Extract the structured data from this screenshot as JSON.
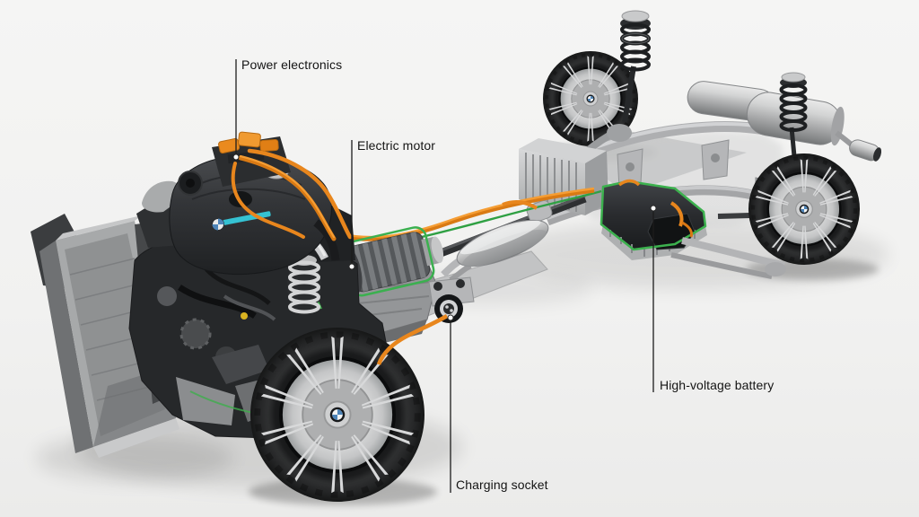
{
  "annotations": {
    "power_electronics": {
      "label": "Power electronics"
    },
    "electric_motor": {
      "label": "Electric motor"
    },
    "high_voltage_battery": {
      "label": "High-voltage battery"
    },
    "charging_socket": {
      "label": "Charging socket"
    }
  },
  "colors": {
    "background": "#f3f3f2",
    "cable_orange": "#e8861d",
    "cable_green": "#2fa043",
    "battery_outline_green": "#3cb14e",
    "engine_accent_cyan": "#35c2d2",
    "leader_line": "#1c1c1c",
    "label_text": "#141414"
  }
}
